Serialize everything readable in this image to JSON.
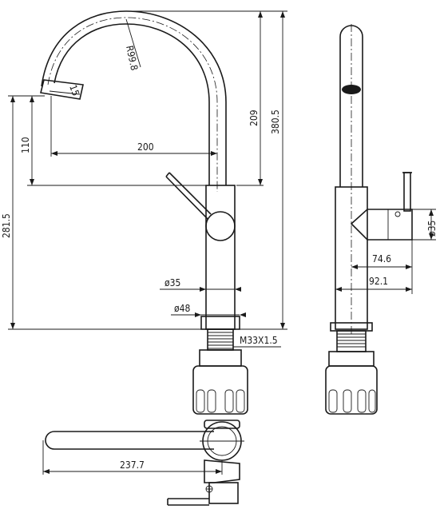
{
  "dimensions": {
    "height_total": "380.5",
    "spout_height": "209",
    "base_to_spout": "281.5",
    "spout_drop": "110",
    "spout_reach": "200",
    "bend_radius": "R99.8",
    "spout_tip_angle": "15",
    "body_diameter": "ø35",
    "base_diameter": "ø48",
    "thread": "M33X1.5",
    "side_handle_diameter": "ø35",
    "side_depth_1": "74.6",
    "side_depth_2": "92.1",
    "top_reach": "237.7"
  }
}
